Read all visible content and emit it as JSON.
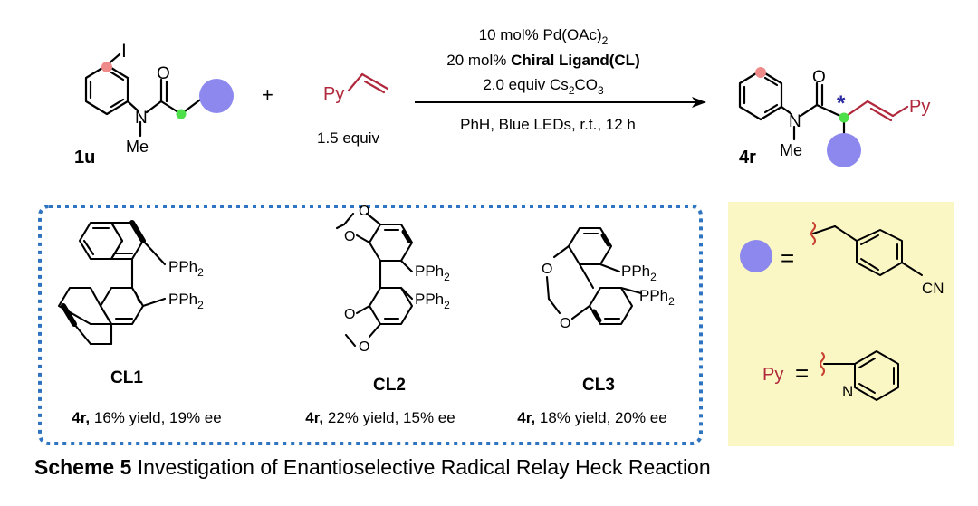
{
  "reaction": {
    "substrate_label": "1u",
    "substrate_iodo": "I",
    "substrate_O": "O",
    "substrate_N": "N",
    "substrate_Me": "Me",
    "plus": "+",
    "alkene_py": "Py",
    "alkene_equiv": "1.5 equiv",
    "conditions": {
      "line1_prefix": "10 mol% Pd(OAc)",
      "line1_sub": "2",
      "line2_prefix": "20 mol% ",
      "line2_bold": "Chiral Ligand(CL)",
      "line3_prefix": "2.0 equiv Cs",
      "line3_sub1": "2",
      "line3_mid": "CO",
      "line3_sub2": "3",
      "line4": "PhH, Blue LEDs, r.t., 12 h"
    },
    "product_label": "4r",
    "product_O": "O",
    "product_N": "N",
    "product_Me": "Me",
    "product_py": "Py",
    "stereo_mark": "*"
  },
  "ligands": [
    {
      "name": "CL1",
      "p1_prefix": "PPh",
      "p1_sub": "2",
      "p2_prefix": "PPh",
      "p2_sub": "2",
      "result_bold": "4r,",
      "result_text": " 16% yield, 19% ee"
    },
    {
      "name": "CL2",
      "p1_prefix": "PPh",
      "p1_sub": "2",
      "p2_prefix": "PPh",
      "p2_sub": "2",
      "o_labels": [
        "O",
        "O",
        "O",
        "O"
      ],
      "result_bold": "4r,",
      "result_text": " 22% yield, 15% ee"
    },
    {
      "name": "CL3",
      "p1_prefix": "PPh",
      "p1_sub": "2",
      "p2_prefix": "PPh",
      "p2_sub": "2",
      "o_labels": [
        "O",
        "O"
      ],
      "result_bold": "4r,",
      "result_text": " 18% yield, 20% ee"
    }
  ],
  "legend": {
    "equals": "=",
    "cn_label": "CN",
    "py_label": "Py",
    "pyridine_N": "N"
  },
  "caption": {
    "bold": "Scheme 5",
    "text": " Investigation of Enantioselective Radical Relay Heck Reaction"
  },
  "colors": {
    "dot_blue": "#8c88ee",
    "dot_green": "#4ee04a",
    "dot_pink": "#ee8a8a",
    "py_red": "#b0283c",
    "star_blue": "#2a2aa0",
    "box_dash": "#2f74c0",
    "legend_bg": "#fbf7c4"
  }
}
